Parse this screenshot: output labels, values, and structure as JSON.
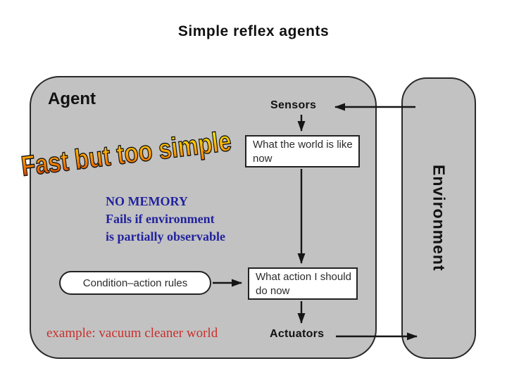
{
  "title": "Simple reflex agents",
  "diagram": {
    "agent_label": "Agent",
    "environment_label": "Environment",
    "sensors_label": "Sensors",
    "actuators_label": "Actuators",
    "percept_box": "What the world is like now",
    "action_box": "What action I should do now",
    "rules_oval": "Condition–action rules"
  },
  "annotations": {
    "wordart": "Fast but too simple",
    "memory_note": [
      "NO MEMORY",
      "Fails if environment",
      "is partially observable"
    ],
    "example": "example: vacuum cleaner world"
  },
  "colors": {
    "box_fill": "#c2c2c2",
    "box_border": "#2a2a2a",
    "note_color": "#22229e",
    "example_color": "#c8302d",
    "wordart_bottom": "#c62d00",
    "wordart_mid": "#ff9900",
    "wordart_top": "#ffe600"
  }
}
